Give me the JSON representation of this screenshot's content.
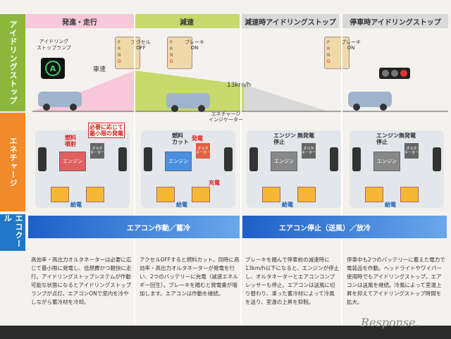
{
  "rows": {
    "idle_stop": "アイドリングストップ",
    "energy": "エネチャージ",
    "ecool": "エコクール"
  },
  "phases": [
    "発進・走行",
    "減速",
    "減速時アイドリングストップ",
    "停車時アイドリングストップ"
  ],
  "lamp_label": "アイドリング\nストップランプ",
  "speed_label": "車速",
  "speed_value": "13km/h",
  "gear_labels": [
    "アクセル\nOFF",
    "ブレーキ\nON",
    "ブレーキ\nON"
  ],
  "gear_positions": [
    "P",
    "R",
    "N",
    "D"
  ],
  "energy_labels": {
    "fuel_inject": "燃料\n噴射",
    "min_gen": "必要に応じて\n最小限の発電",
    "engine": "エンジン",
    "alt": "オルタ\nネーター",
    "supply": "給電",
    "fuel_cut": "燃料\nカット",
    "gen": "発電",
    "indicator": "エネチャージ\nインジケーター",
    "charge": "充電",
    "engine_stop": "エンジン\n停止",
    "no_gen": "無発電"
  },
  "ecool": {
    "band1": "エアコン作動／蓄冷",
    "band2": "エアコン停止（送風）／放冷"
  },
  "desc": [
    "高効率・高出力オルタネーターは必要に応じて最小限に発電し、低燃費かつ軽快に走行。アイドリングストップシステムが作動可能な状態になるとアイドリングストップランプが点灯。エアコンONで室内を冷やしながら蓄冷材を冷却。",
    "アクセルOFFすると燃料カット。同時に高効率・高出力オルタネーターが発電を行い、2つのバッテリーに充電（減速エネルギー回生）。ブレーキを踏むと発電量が増加します。エアコンは作動を継続。",
    "ブレーキを踏んで停車前の減速時に13km/h以下になると、エンジンが停止し、オルタネーターとエアコンコンプレッサーも停止。エアコンは送風に切り替わり、凍った蓄冷材によって冷風を送り、室温の上昇を抑制。",
    "停車中も2つのバッテリーに蓄えた電力で電装品を作動。ヘッドライトやワイパー使用時でもアイドリングストップ。エアコンは送風を継続。冷風によって室温上昇を抑えてアイドリングストップ時間を拡大。"
  ],
  "watermark": "Response."
}
